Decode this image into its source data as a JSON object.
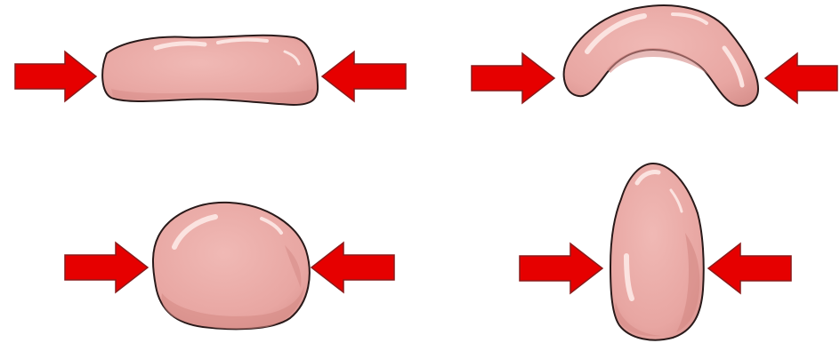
{
  "colors": {
    "background": "#ffffff",
    "arrow_fill": "#e60000",
    "arrow_stroke": "#8b1a1a",
    "shape_fill": "#e8a6a2",
    "shape_shadow": "#d78b88",
    "shape_highlight": "#f6d6d3",
    "outline": "#2a1a1a"
  },
  "panels": [
    {
      "shape": "flattened-blob",
      "arrows": [
        "pointing-right",
        "pointing-left"
      ]
    },
    {
      "shape": "arched-blob",
      "arrows": [
        "pointing-right",
        "pointing-left"
      ]
    },
    {
      "shape": "rounded-blob",
      "arrows": [
        "pointing-right",
        "pointing-left"
      ]
    },
    {
      "shape": "tall-blob",
      "arrows": [
        "pointing-right",
        "pointing-left"
      ]
    }
  ]
}
